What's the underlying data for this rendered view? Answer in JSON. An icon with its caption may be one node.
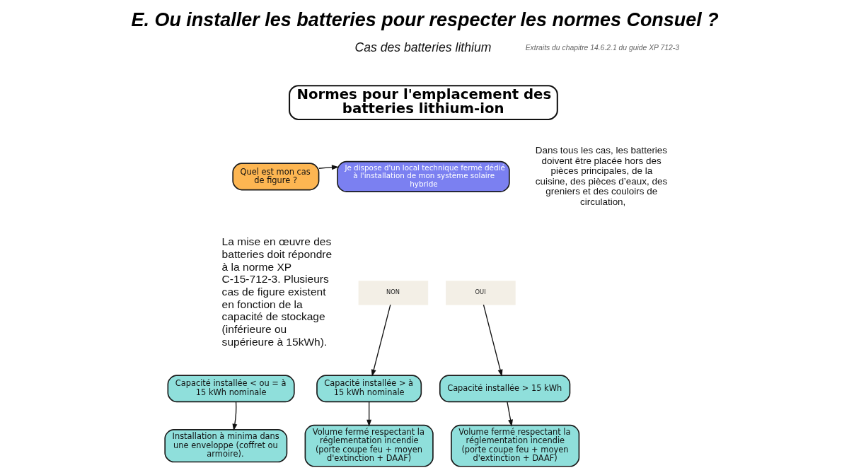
{
  "diagram": {
    "title": "E. Ou installer les batteries pour respecter les normes Consuel ?",
    "nodes": [
      {
        "text": [
          "Normes pour l'emplacement des batteries lithium-ion"
        ]
      },
      {
        "text": [
          "Quel est mon cas de figure ?"
        ]
      },
      {
        "text": [
          "Je dispose d'un local technique fermé dédié à l'installation de mon système solaire hybride"
        ]
      },
      {
        "text": [
          "NON"
        ]
      },
      {
        "text": [
          "OUI"
        ]
      },
      {
        "text": [
          "Capacité installée < ou = à 15 kWh nominale"
        ]
      },
      {
        "text": [
          "Capacité installée > à 15 kWh nominale"
        ]
      },
      {
        "text": [
          "Capacité installée > 15 kWh"
        ]
      },
      {
        "text": [
          "Installation à minima dans une enveloppe (coffret ou armoire)."
        ]
      },
      {
        "text": [
          "Volume fermé respectant la réglementation incendie (porte coupe feu + moyen d'extinction + DAAF)"
        ]
      },
      {
        "text": [
          "Volume fermé respectant la réglementation incendie (porte coupe feu + moyen d'extinction + DAAF)"
        ]
      }
    ],
    "edges": [
      {
        "from": 1,
        "to": 2,
        "arrow": "to"
      },
      {
        "from": 3,
        "to": 6,
        "arrow": "to"
      },
      {
        "from": 4,
        "to": 7,
        "arrow": "to"
      },
      {
        "from": 5,
        "to": 8,
        "arrow": "to"
      },
      {
        "from": 6,
        "to": 9,
        "arrow": "to"
      },
      {
        "from": 7,
        "to": 10,
        "arrow": "to"
      }
    ],
    "labels": [
      "Cas des batteries lithium",
      "Extraits du chapitre 14.6.2.1 du guide XP 712-3",
      "La mise en œuvre des batteries doit répondre à la norme XP C-15-712-3. Plusieurs cas de figure existent en fonction de la capacité de stockage (inférieure ou supérieure à 15kWh).",
      "Dans tous les cas, les batteries doivent être placée hors des pièces principales, de la cuisine, des pièces d’eaux, des greniers et des couloirs de circulation,"
    ]
  }
}
